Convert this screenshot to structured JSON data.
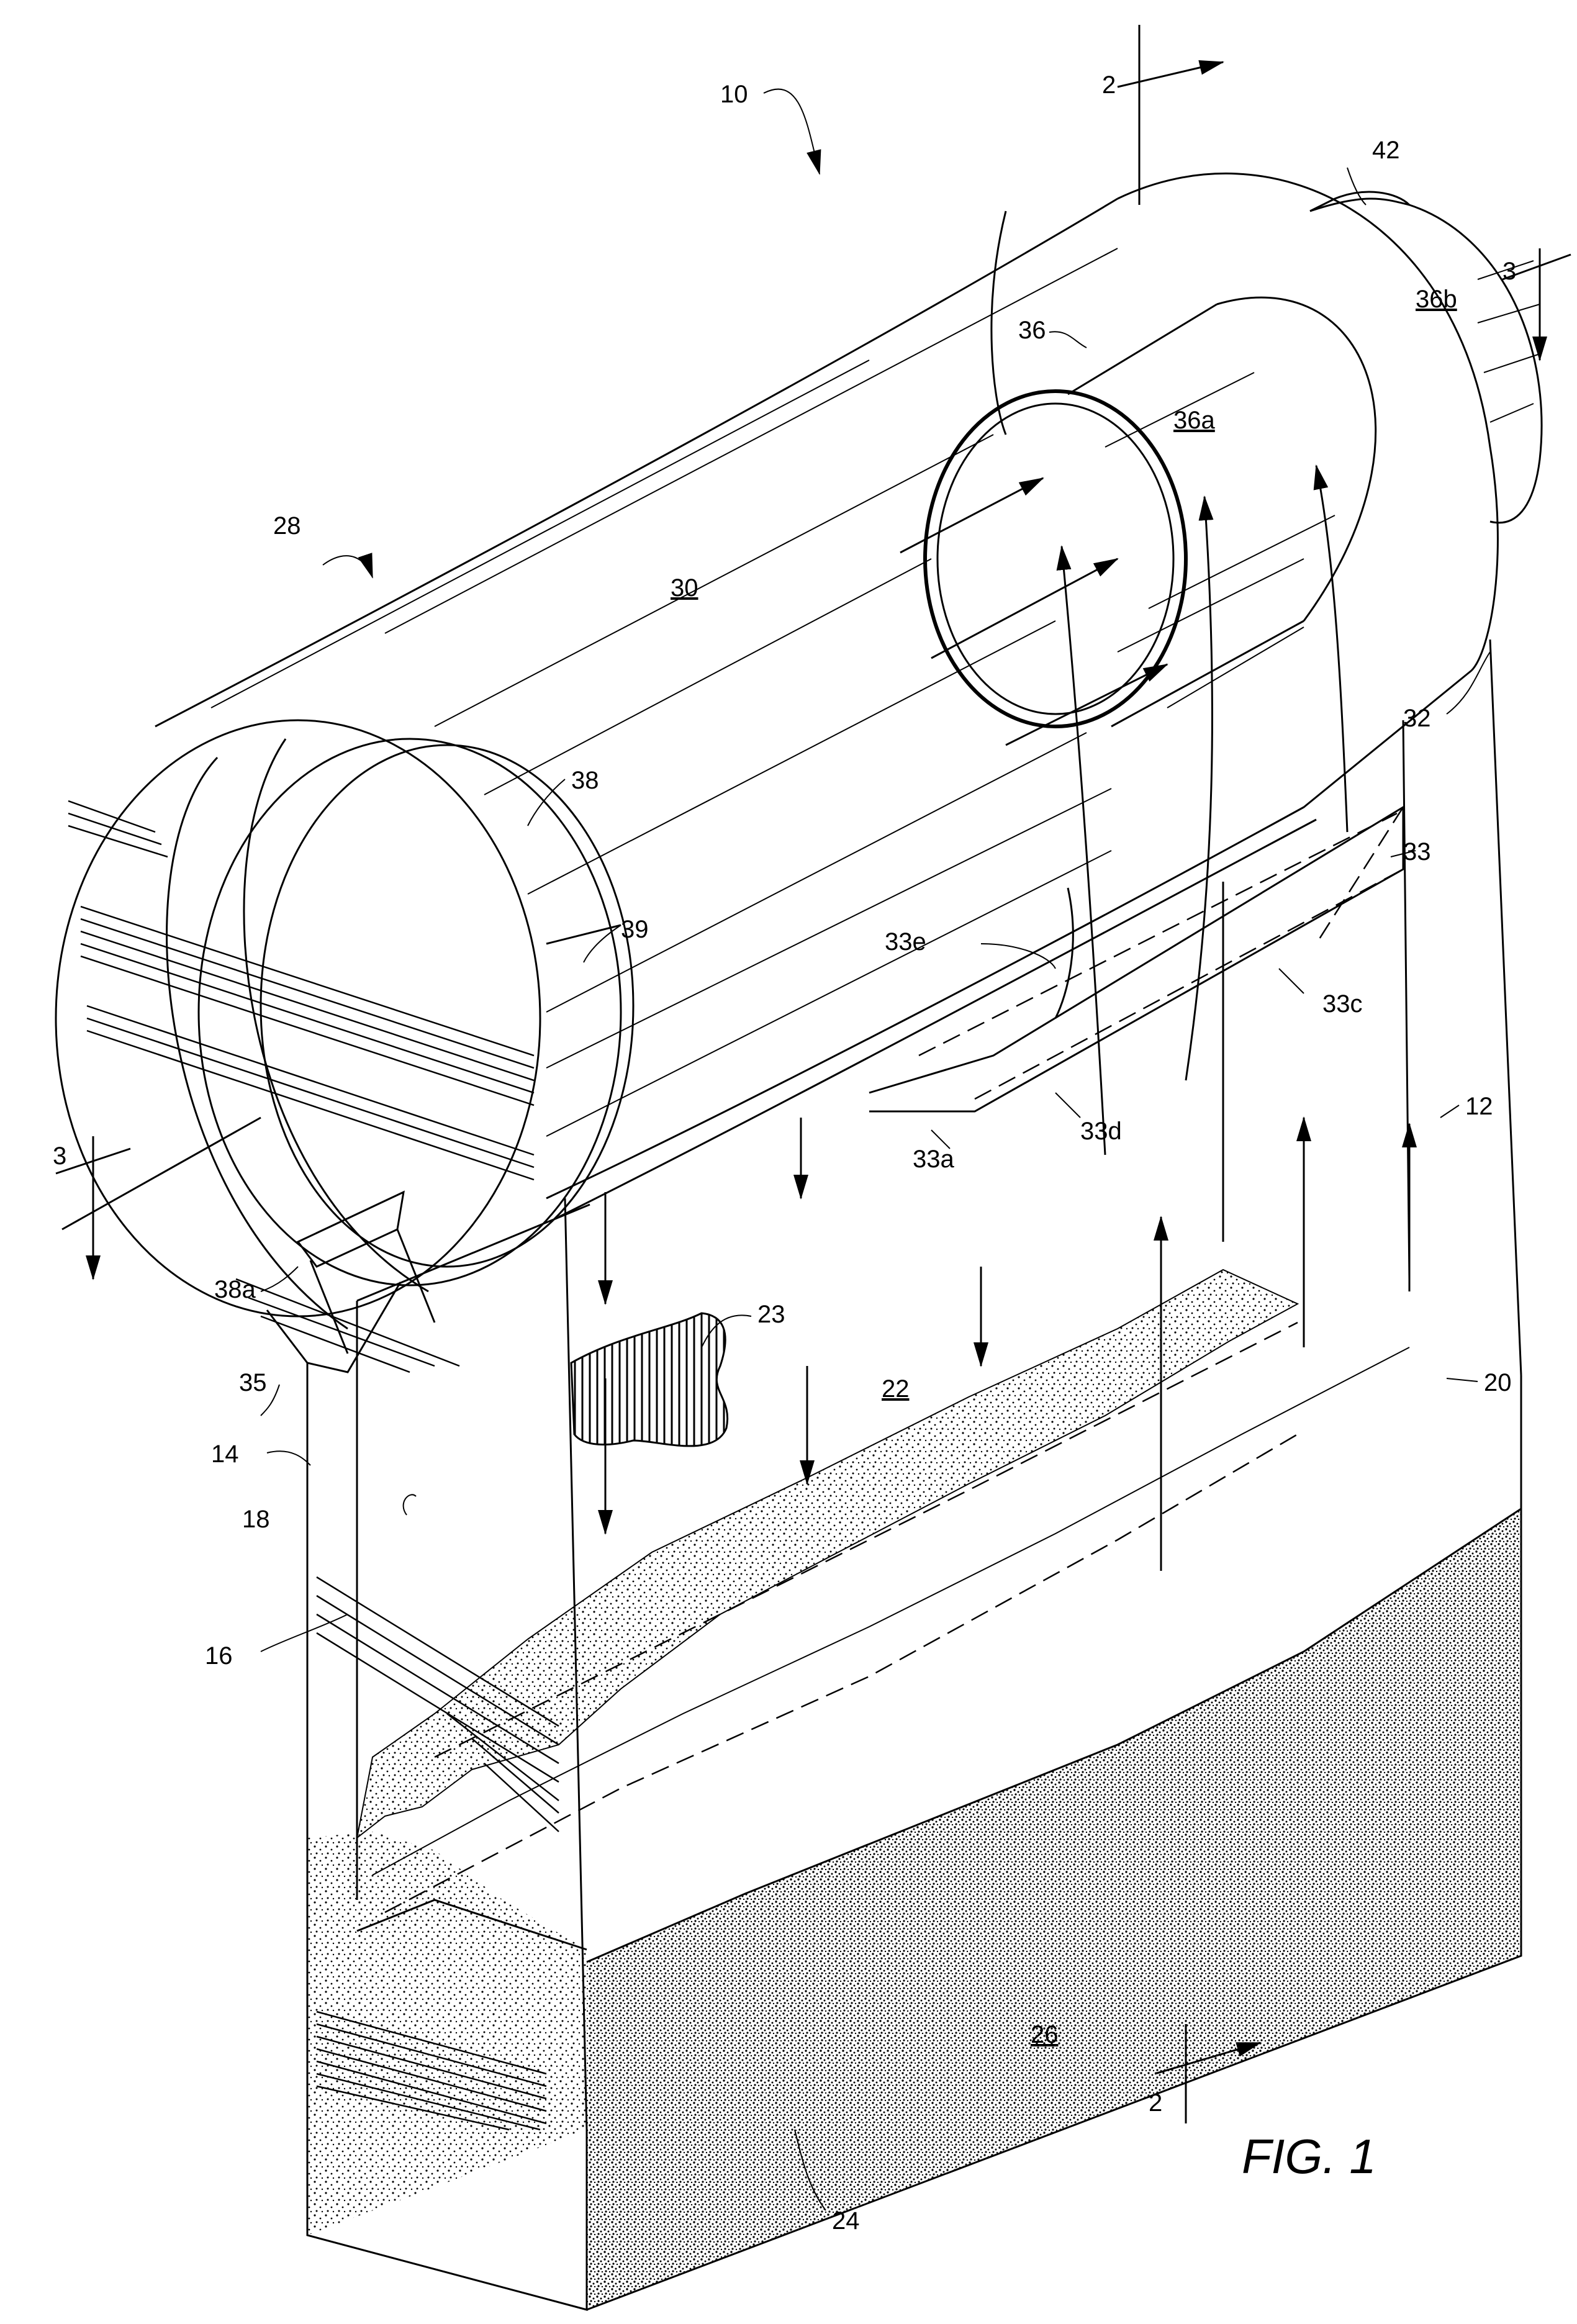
{
  "figure": {
    "caption": "FIG. 1"
  },
  "labels": {
    "ref_10": "10",
    "ref_2_top": "2",
    "ref_42": "42",
    "ref_3_top": "3",
    "ref_36b": "36b",
    "ref_36": "36",
    "ref_36a": "36a",
    "ref_28": "28",
    "ref_30": "30",
    "ref_32": "32",
    "ref_38": "38",
    "ref_33": "33",
    "ref_39": "39",
    "ref_33e": "33e",
    "ref_33c": "33c",
    "ref_3_left": "3",
    "ref_12": "12",
    "ref_33d": "33d",
    "ref_33a": "33a",
    "ref_38a": "38a",
    "ref_23": "23",
    "ref_22": "22",
    "ref_20": "20",
    "ref_35": "35",
    "ref_14": "14",
    "ref_18": "18",
    "ref_16": "16",
    "ref_26": "26",
    "ref_2_bottom": "2",
    "ref_24": "24"
  },
  "icons": {
    "section_arrow": "section-line-arrow-icon",
    "flow_arrow": "flow-arrow-icon"
  },
  "colors": {
    "ink": "#000000",
    "paper": "#ffffff"
  }
}
